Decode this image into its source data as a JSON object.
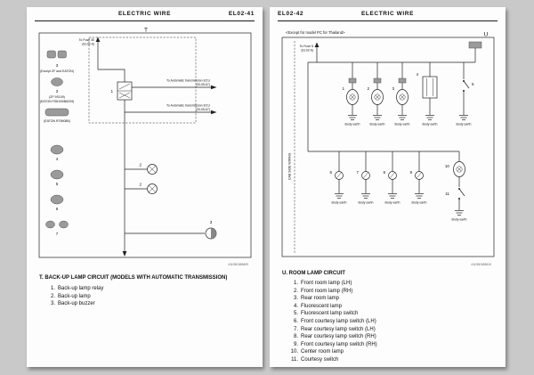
{
  "left_page": {
    "header": {
      "title": "ELECTRIC WIRE",
      "code": "EL02-41"
    },
    "diagram": {
      "section": "T",
      "to_fuse_l1": "To Fuse 30",
      "to_fuse_l2": "(EL02-6)",
      "ecu_l1": "To Automatic transmission ECU",
      "ecu_l2": "(EL05-67)",
      "comp1": "1",
      "comp2": "2",
      "comp3": "3",
      "conn3": "3",
      "conn4": "4",
      "conn5": "5",
      "conn6": "6",
      "conn7": "7",
      "variant1": "(Except ZF and EATON)",
      "variant2": "(ZF 9S109)",
      "variant3": "(EATON FS8109/B6209)",
      "variant4": "(EATON RT8908B)",
      "code": "4110501B8609"
    },
    "caption": "T. BACK-UP LAMP CIRCUIT (MODELS WITH AUTOMATIC TRANSMISSION)",
    "legend": [
      {
        "num": "1.",
        "label": "Back-up lamp relay"
      },
      {
        "num": "2.",
        "label": "Back-up lamp"
      },
      {
        "num": "3.",
        "label": "Back-up buzzer"
      }
    ]
  },
  "right_page": {
    "header": {
      "code": "EL02-42",
      "title": "ELECTRIC WIRE"
    },
    "diagram": {
      "section": "U",
      "note": "<Except for model PC for Thailand>",
      "cab": "CAB SIDE WIRING",
      "earth": "Body earth",
      "to_fuse_l1": "To Fuse 5",
      "to_fuse_l2": "(EL02-6)",
      "n1": "1",
      "n2": "2",
      "n3": "3",
      "n4": "4",
      "n5": "5",
      "n6": "6",
      "n7": "7",
      "n8": "8",
      "n9": "9",
      "n10": "10",
      "n11": "11",
      "code": "4110501B8610"
    },
    "caption": "U. ROOM LAMP CIRCUIT",
    "legend": [
      {
        "num": "1.",
        "label": "Front room lamp (LH)"
      },
      {
        "num": "2.",
        "label": "Front room lamp (RH)"
      },
      {
        "num": "3.",
        "label": "Rear room lamp"
      },
      {
        "num": "4.",
        "label": "Fluorescent lamp"
      },
      {
        "num": "5.",
        "label": "Fluorescent lamp switch"
      },
      {
        "num": "6.",
        "label": "Front courtesy lamp switch (LH)"
      },
      {
        "num": "7.",
        "label": "Rear courtesy lamp switch (LH)"
      },
      {
        "num": "8.",
        "label": "Rear courtesy lamp switch (RH)"
      },
      {
        "num": "9.",
        "label": "Front courtesy lamp switch (RH)"
      },
      {
        "num": "10.",
        "label": "Center room lamp"
      },
      {
        "num": "11.",
        "label": "Courtesy switch"
      }
    ]
  }
}
